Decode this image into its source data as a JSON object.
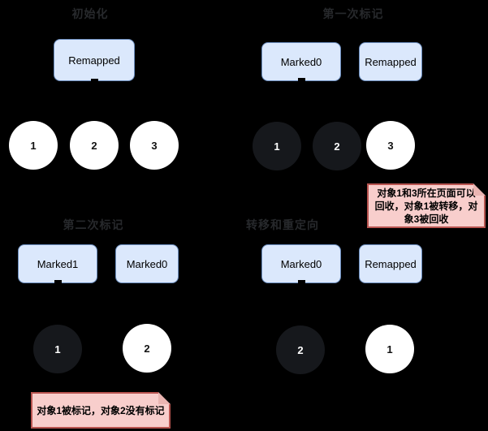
{
  "colors": {
    "background": "#000000",
    "box_fill": "#dbe8fc",
    "box_border": "#6c8ebf",
    "box_text": "#000000",
    "dark_circle_fill": "#16181c",
    "dark_circle_text": "#ffffff",
    "white_circle_fill": "#ffffff",
    "white_circle_text": "#111111",
    "title_text": "#27292c",
    "note_fill": "#f8cecc",
    "note_border": "#b85450",
    "note_fold": "#eab5b2",
    "note_text": "#000000"
  },
  "quadrants": {
    "q1": {
      "title": "初始化",
      "boxes": [
        {
          "label": "Remapped"
        }
      ],
      "circles": [
        {
          "n": "1",
          "variant": "white"
        },
        {
          "n": "2",
          "variant": "white"
        },
        {
          "n": "3",
          "variant": "white"
        }
      ]
    },
    "q2": {
      "title": "第一次标记",
      "boxes": [
        {
          "label": "Marked0"
        },
        {
          "label": "Remapped"
        }
      ],
      "circles": [
        {
          "n": "1",
          "variant": "dark"
        },
        {
          "n": "2",
          "variant": "dark"
        },
        {
          "n": "3",
          "variant": "white"
        }
      ]
    },
    "q3": {
      "title": "第二次标记",
      "boxes": [
        {
          "label": "Marked1"
        },
        {
          "label": "Marked0"
        }
      ],
      "circles": [
        {
          "n": "1",
          "variant": "dark"
        },
        {
          "n": "2",
          "variant": "white"
        }
      ]
    },
    "q4": {
      "title": "转移和重定向",
      "boxes": [
        {
          "label": "Marked0"
        },
        {
          "label": "Remapped"
        }
      ],
      "circles": [
        {
          "n": "2",
          "variant": "dark"
        },
        {
          "n": "1",
          "variant": "white"
        }
      ]
    }
  },
  "notes": {
    "recycle": {
      "text": "对象1和3所在页面可以回收，对象1被转移，对象3被回收"
    },
    "mark": {
      "text": "对象1被标记，对象2没有标记"
    }
  }
}
